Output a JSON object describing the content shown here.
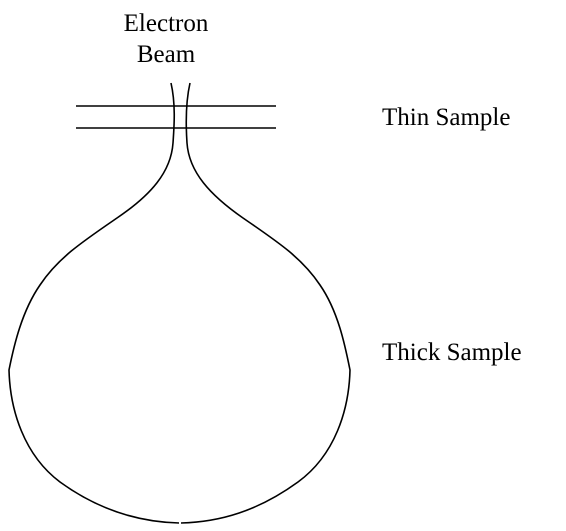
{
  "diagram": {
    "beam_label_line1": "Electron",
    "beam_label_line2": "Beam",
    "thin_sample_label": "Thin Sample",
    "thick_sample_label": "Thick Sample",
    "stroke_color": "#000000",
    "background_color": "#ffffff"
  }
}
